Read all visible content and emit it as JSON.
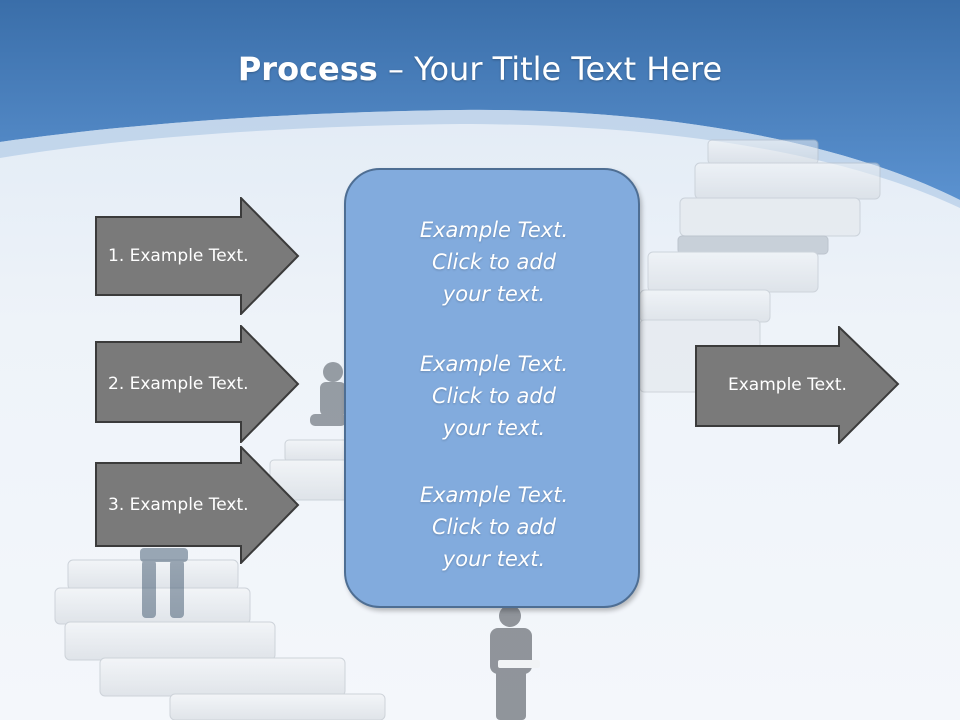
{
  "title": {
    "bold": "Process",
    "rest": " – Your Title Text Here"
  },
  "left_arrows": [
    {
      "label": "1. Example Text."
    },
    {
      "label": "2. Example Text."
    },
    {
      "label": "3. Example Text."
    }
  ],
  "center_box": {
    "blocks": [
      {
        "line1": "Example Text.",
        "line2": "Click  to add",
        "line3": "your text."
      },
      {
        "line1": "Example Text.",
        "line2": "Click  to add",
        "line3": "your text."
      },
      {
        "line1": "Example Text.",
        "line2": "Click  to add",
        "line3": "your text."
      }
    ]
  },
  "right_arrow": {
    "label": "Example Text."
  },
  "colors": {
    "header_blue": "#3f75b5",
    "arrow_fill": "#7a7a7a",
    "arrow_border": "#3b3b3b",
    "box_fill": "#82abdd",
    "box_border": "#4e6e93"
  }
}
